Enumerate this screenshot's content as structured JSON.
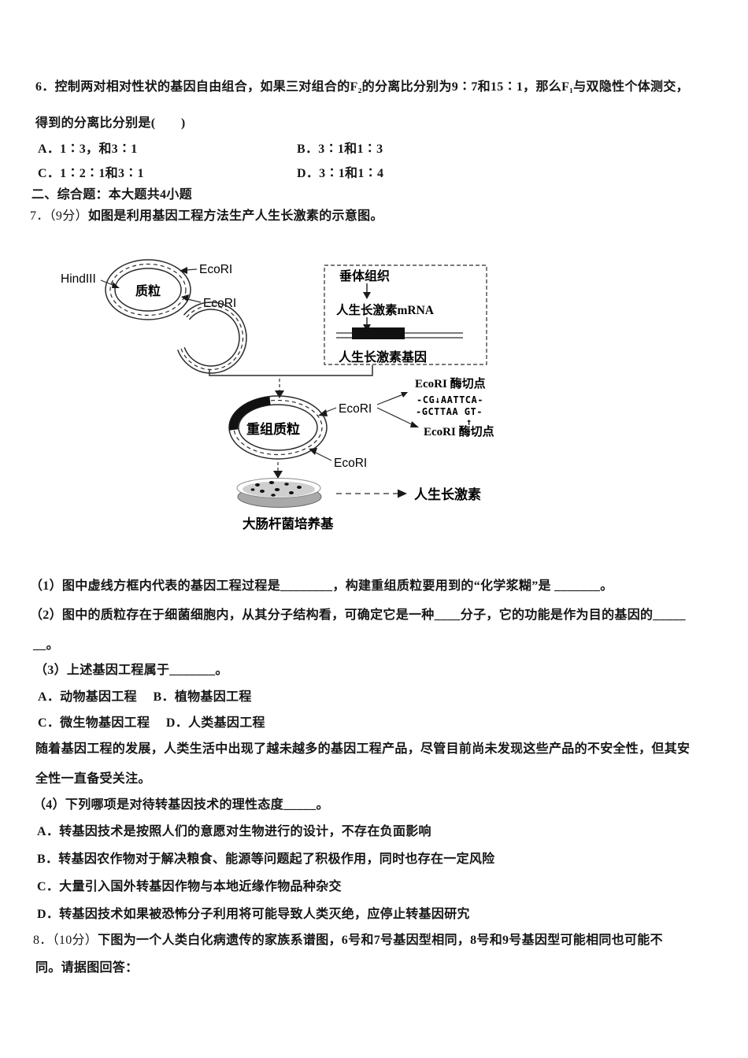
{
  "q6": {
    "num": "6．",
    "line1": "控制两对相对性状的基因自由组合，如果三对组合的F₂的分离比分别为9∶7和15∶1，那么F₁与双隐性个体测交，",
    "line2": "得到的分离比分别是(　　)",
    "opt_a": "A．1∶3，和3∶1",
    "opt_b": "B．3∶1和1∶3",
    "opt_c": "C．1∶2∶1和3∶1",
    "opt_d": "D．3∶1和1∶4"
  },
  "section2": "二、综合题：本大题共4小题",
  "q7": {
    "num": "7．（9分）",
    "intro": "如图是利用基因工程方法生产人生长激素的示意图。",
    "sub1": "（1）图中虚线方框内代表的基因工程过程是________，构建重组质粒要用到的“化学浆糊”是 _______。",
    "sub2": "（2）图中的质粒存在于细菌细胞内，从其分子结构看，可确定它是一种____分子，它的功能是作为目的基因的_____",
    "sub2_cont": "__。",
    "sub3": "（3）上述基因工程属于_______。",
    "sub3_opts_ab": "A．动物基因工程　 B．植物基因工程",
    "sub3_opts_cd": "C．微生物基因工程　 D．人类基因工程",
    "para1": "随着基因工程的发展，人类生活中出现了越未越多的基因工程产品，尽管目前尚未发现这些产品的不安全性，但其安",
    "para2": "全性一直备受关注。",
    "sub4": "（4）下列哪项是对待转基因技术的理性态度_____。",
    "sub4_a": "A．转基因技术是按照人们的意愿对生物进行的设计，不存在负面影响",
    "sub4_b": "B．转基因农作物对于解决粮食、能源等问题起了积极作用，同时也存在一定风险",
    "sub4_c": "C．大量引入国外转基因作物与本地近缘作物品种杂交",
    "sub4_d": "D．转基因技术如果被恐怖分子利用将可能导致人类灭绝，应停止转基因研宄"
  },
  "q8": {
    "num": "8．（10分）",
    "line1": "下图为一个人类白化病遗传的家族系谱图，6号和7号基因型相同，8号和9号基因型可能相同也可能不",
    "line2": "同。请据图回答："
  },
  "diagram": {
    "hind3": "HindIII",
    "ecori_top": "EcoRI",
    "ecori_mid": "EcoRI",
    "plasmid_label": "质粒",
    "box_tissue": "垂体组织",
    "box_mrna": "人生长激素mRNA",
    "box_gene": "人生长激素基因",
    "recomb_label": "重组质粒",
    "ecori_r1": "EcoRI",
    "ecori_r2": "EcoRI",
    "site_top": "EcoRI 酶切点",
    "seq_top": "-CG↓AATTCA-",
    "seq_bottom": "-GCTTAA GT-",
    "up_arrow": "↑",
    "site_bottom": "EcoRI 酶切点",
    "dish_label": "大肠杆菌培养基",
    "hormone_label": "人生长激素"
  },
  "colors": {
    "ink": "#161616",
    "agar": "#cfcfcf"
  }
}
